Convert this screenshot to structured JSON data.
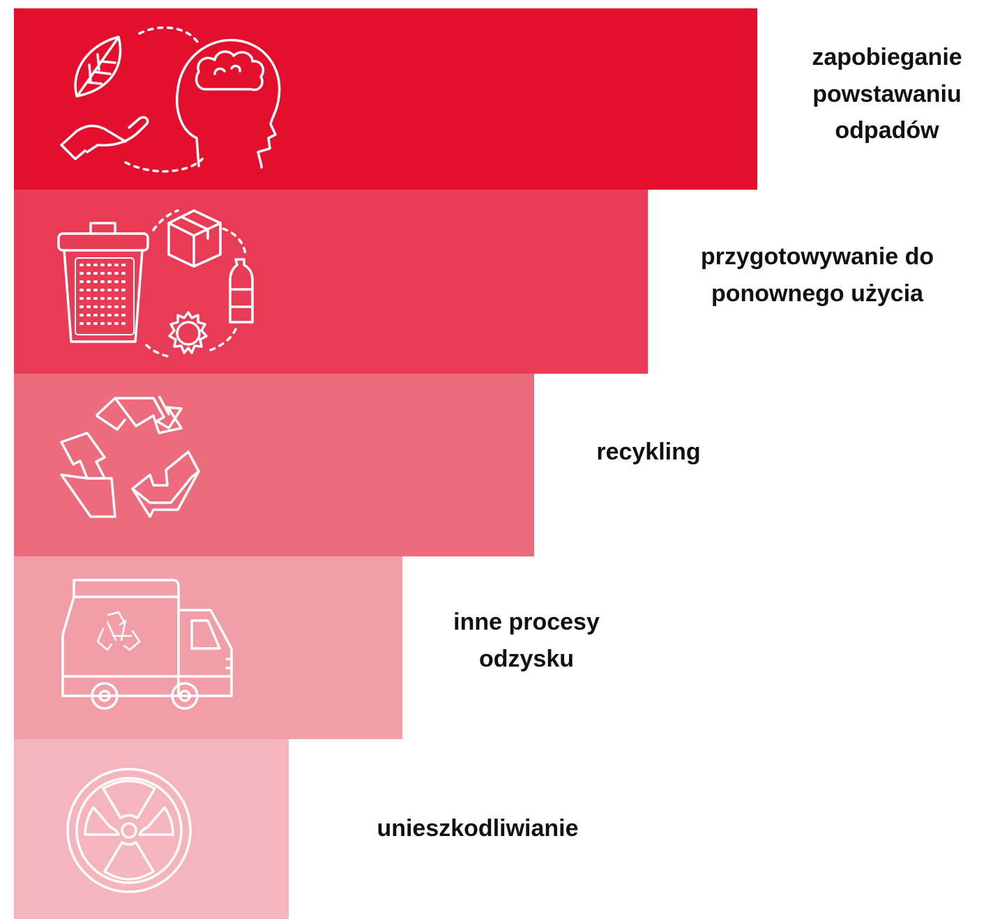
{
  "title": "",
  "levels": [
    {
      "label_lines": [
        "zapobieganie",
        "powstawaniu",
        "odpadów"
      ],
      "icon": "leaf-hand-head-icon",
      "color": "#e30f2c"
    },
    {
      "label_lines": [
        "przygotowywanie do",
        "ponownego użycia"
      ],
      "icon": "bin-box-bottle-gear-icon",
      "color": "#e83c56"
    },
    {
      "label_lines": [
        "recykling"
      ],
      "icon": "recycle-icon",
      "color": "#ec6c7e"
    },
    {
      "label_lines": [
        "inne procesy",
        "odzysku"
      ],
      "icon": "recycling-truck-icon",
      "color": "#f19ea8"
    },
    {
      "label_lines": [
        "unieszkodliwianie"
      ],
      "icon": "radiation-icon",
      "color": "#f5b5bc"
    }
  ]
}
